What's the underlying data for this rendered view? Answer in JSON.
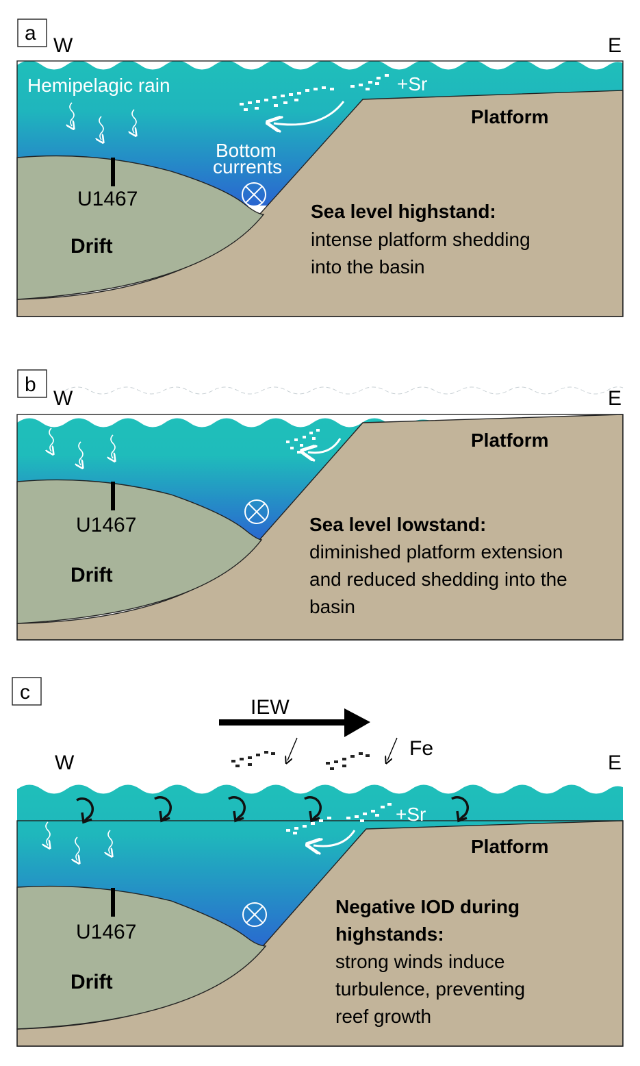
{
  "panels": [
    {
      "id": "a",
      "panel_label": "a",
      "west_label": "W",
      "east_label": "E",
      "rain_label": "Hemipelagic rain",
      "sr_label": "+Sr",
      "platform_label": "Platform",
      "bottom_currents_label_1": "Bottom",
      "bottom_currents_label_2": "currents",
      "site_label": "U1467",
      "drift_label": "Drift",
      "heading": "Sea level highstand:",
      "desc_lines": [
        "intense platform shedding",
        "into the basin"
      ]
    },
    {
      "id": "b",
      "panel_label": "b",
      "west_label": "W",
      "east_label": "E",
      "platform_label": "Platform",
      "site_label": "U1467",
      "drift_label": "Drift",
      "heading": "Sea level lowstand:",
      "desc_lines": [
        "diminished platform extension",
        "and reduced shedding into the",
        "basin"
      ]
    },
    {
      "id": "c",
      "panel_label": "c",
      "west_label": "W",
      "east_label": "E",
      "wind_label": "IEW",
      "fe_label": "Fe",
      "sr_label": "+Sr",
      "platform_label": "Platform",
      "site_label": "U1467",
      "drift_label": "Drift",
      "heading_lines": [
        "Negative IOD during",
        "highstands:"
      ],
      "desc_lines": [
        "strong winds induce",
        "turbulence, preventing",
        "reef growth"
      ]
    }
  ],
  "colors": {
    "sea_top": "#1fbfba",
    "sea_bottom": "#2a6bcf",
    "drift": "#a8b49a",
    "platform": "#c2b49a",
    "outline": "#222222"
  }
}
